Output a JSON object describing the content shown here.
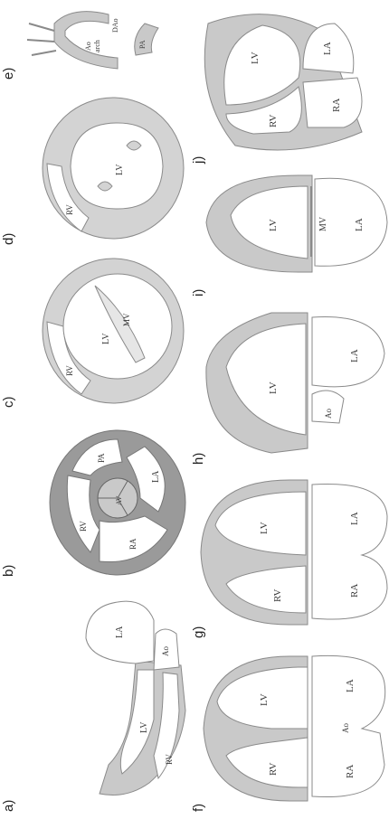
{
  "panel_labels": [
    "a)",
    "b)",
    "c)",
    "d)",
    "e)",
    "f)",
    "g)",
    "h)",
    "i)",
    "j)"
  ],
  "structures": {
    "a": [
      "RV",
      "LV",
      "Ao",
      "LA"
    ],
    "b": [
      "RV",
      "PA",
      "AV",
      "RA",
      "LA"
    ],
    "c": [
      "RV",
      "LV",
      "MV"
    ],
    "d": [
      "RV",
      "LV"
    ],
    "e": [
      "Ao",
      "arch",
      "DAo",
      "PA"
    ],
    "f": [
      "RV",
      "LV",
      "RA",
      "Ao",
      "LA"
    ],
    "g": [
      "RV",
      "LV",
      "RA",
      "LA"
    ],
    "h": [
      "LV",
      "Ao",
      "LA"
    ],
    "i": [
      "LV",
      "MV",
      "LA"
    ],
    "j": [
      "RV",
      "LV",
      "RA",
      "LA"
    ]
  },
  "colors": {
    "myocardium": "#c9c9c9",
    "chamber": "#ffffff",
    "outline": "#8a8a8a",
    "valve": "#9a9a9a"
  }
}
